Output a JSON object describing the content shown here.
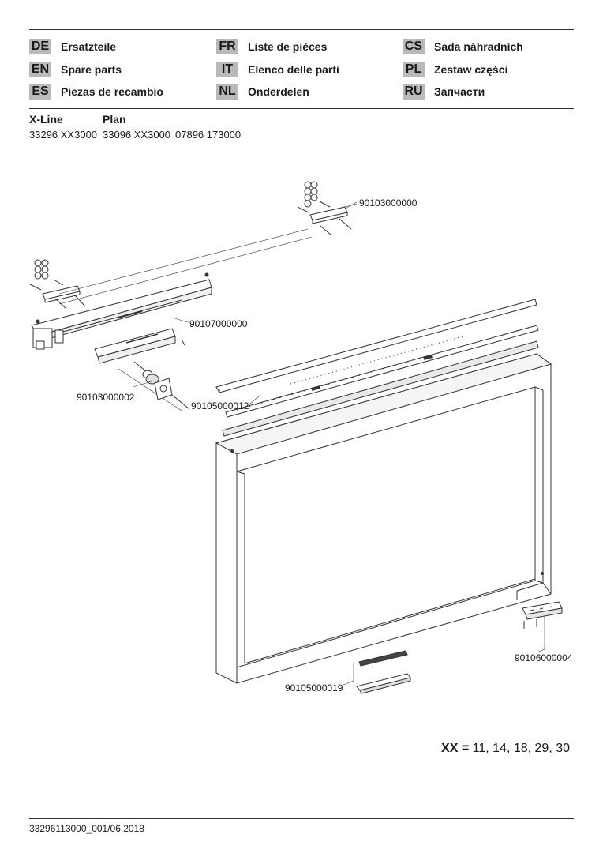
{
  "languages": [
    {
      "code": "DE",
      "label": "Ersatzteile"
    },
    {
      "code": "EN",
      "label": "Spare parts"
    },
    {
      "code": "ES",
      "label": "Piezas de recambio"
    },
    {
      "code": "FR",
      "label": "Liste de pièces"
    },
    {
      "code": "IT",
      "label": "Elenco delle parti"
    },
    {
      "code": "NL",
      "label": "Onderdelen"
    },
    {
      "code": "CS",
      "label": "Sada náhradních"
    },
    {
      "code": "PL",
      "label": "Zestaw części"
    },
    {
      "code": "RU",
      "label": "Запчасти"
    }
  ],
  "models": {
    "xline_heading": "X-Line",
    "plan_heading": "Plan",
    "numbers": [
      "33296 XX3000",
      "33096 XX3000",
      "07896 173000"
    ]
  },
  "parts": {
    "p1": "90103000000",
    "p2": "90107000000",
    "p3": "90103000002",
    "p4": "90105000012",
    "p5": "90106000004",
    "p6": "90105000019"
  },
  "variants": {
    "key": "XX =",
    "values": "11, 14, 18, 29, 30"
  },
  "footer": {
    "doc_number": "33296113000_001/06.2018"
  }
}
